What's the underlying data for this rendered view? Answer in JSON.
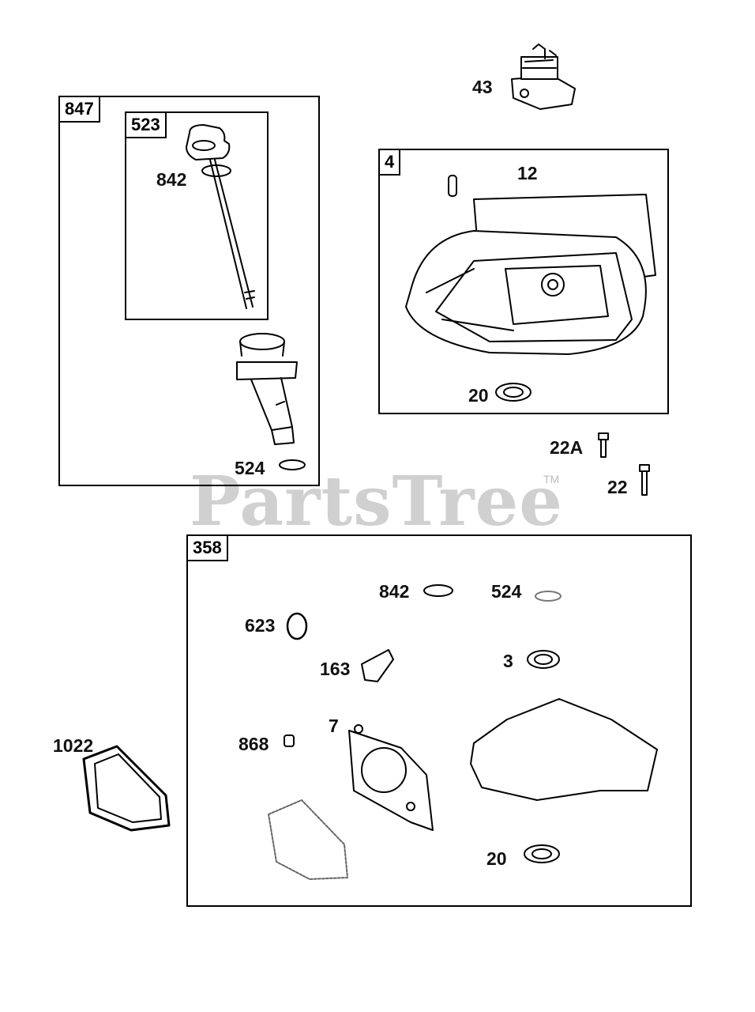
{
  "watermark": {
    "text": "PartsTree",
    "tm": "TM"
  },
  "boxes": {
    "kit_847": "847",
    "kit_523": "523",
    "kit_4": "4",
    "kit_358": "358"
  },
  "labels": {
    "p43": "43",
    "p842_dipstick": "842",
    "p12": "12",
    "p20_sump": "20",
    "p524_tube": "524",
    "p22a": "22A",
    "p22": "22",
    "p842_kit": "842",
    "p524_kit": "524",
    "p623": "623",
    "p163": "163",
    "p3": "3",
    "p7": "7",
    "p868": "868",
    "p1022": "1022",
    "p20_kit": "20"
  }
}
